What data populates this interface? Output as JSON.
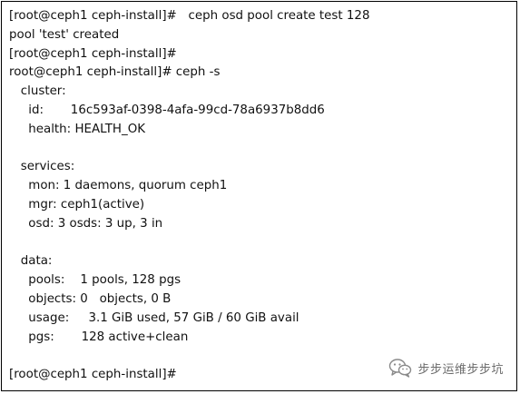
{
  "terminal": {
    "lines": [
      "[root@ceph1 ceph-install]#   ceph osd pool create test 128",
      "pool 'test' created",
      "[root@ceph1 ceph-install]#",
      "root@ceph1 ceph-install]# ceph -s",
      "   cluster:",
      "     id:       16c593af-0398-4afa-99cd-78a6937b8dd6",
      "     health: HEALTH_OK",
      "",
      "   services:",
      "     mon: 1 daemons, quorum ceph1",
      "     mgr: ceph1(active)",
      "     osd: 3 osds: 3 up, 3 in",
      "",
      "   data:",
      "     pools:    1 pools, 128 pgs",
      "     objects: 0   objects, 0 B",
      "     usage:     3.1 GiB used, 57 GiB / 60 GiB avail",
      "     pgs:       128 active+clean",
      "",
      "[root@ceph1 ceph-install]#"
    ]
  },
  "watermark": {
    "icon": "wechat-icon",
    "text": "步步运维步步坑"
  }
}
